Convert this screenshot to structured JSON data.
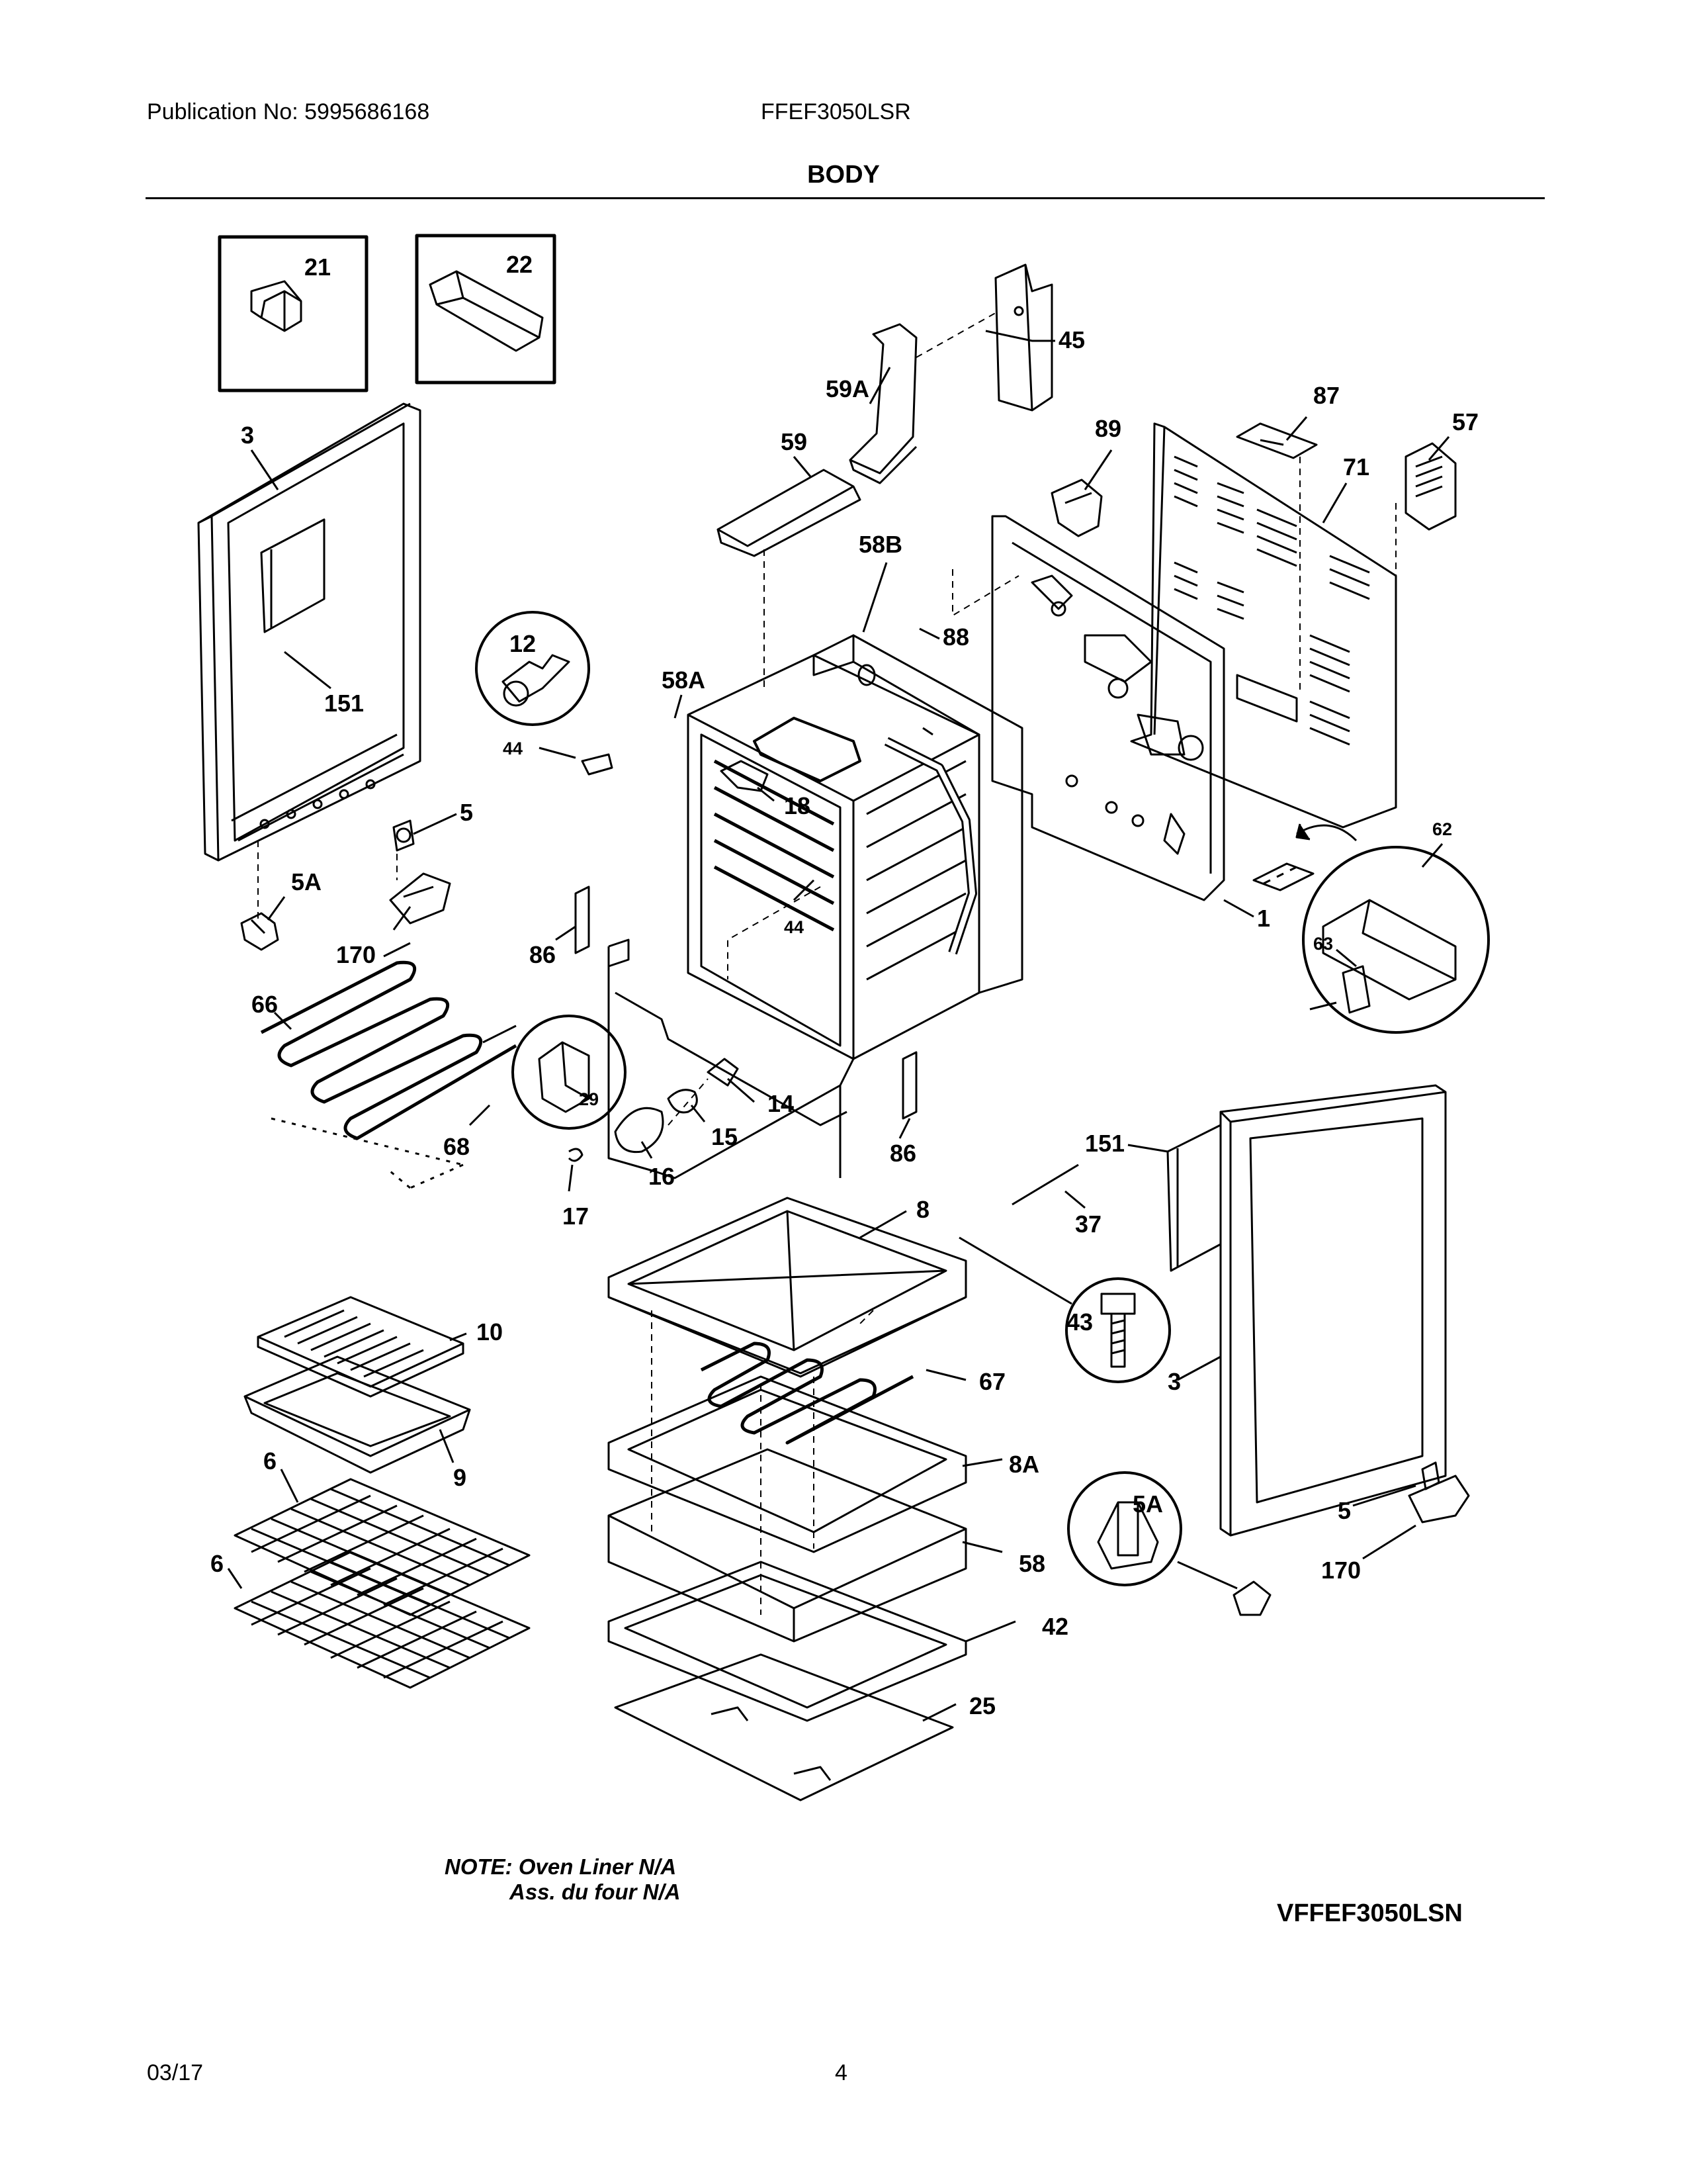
{
  "header": {
    "publication": "Publication No: 5995686168",
    "model": "FFEF3050LSR"
  },
  "title": "BODY",
  "callouts": {
    "c21": "21",
    "c22": "22",
    "c45": "45",
    "c59A": "59A",
    "c59": "59",
    "c87": "87",
    "c57": "57",
    "c89": "89",
    "c71": "71",
    "c3a": "3",
    "c58B": "58B",
    "c88": "88",
    "c12": "12",
    "c58A": "58A",
    "c151a": "151",
    "c44a": "44",
    "c18": "18",
    "c5a": "5",
    "c62": "62",
    "c5Aa": "5A",
    "c44b": "44",
    "c1": "1",
    "c63": "63",
    "c170a": "170",
    "c86a": "86",
    "c66": "66",
    "c29": "29",
    "c14": "14",
    "c15": "15",
    "c68": "68",
    "c16": "16",
    "c86b": "86",
    "c151b": "151",
    "c17": "17",
    "c8": "8",
    "c37": "37",
    "c43": "43",
    "c10": "10",
    "c67": "67",
    "c3b": "3",
    "c9": "9",
    "c6a": "6",
    "c8A": "8A",
    "c5Ab": "5A",
    "c6b": "6",
    "c58": "58",
    "c5b": "5",
    "c170b": "170",
    "c42": "42",
    "c25": "25"
  },
  "note": {
    "line1": "NOTE: Oven Liner N/A",
    "line2": "Ass. du four N/A"
  },
  "diagram_code": "VFFEF3050LSN",
  "footer": {
    "date": "03/17",
    "page": "4"
  }
}
